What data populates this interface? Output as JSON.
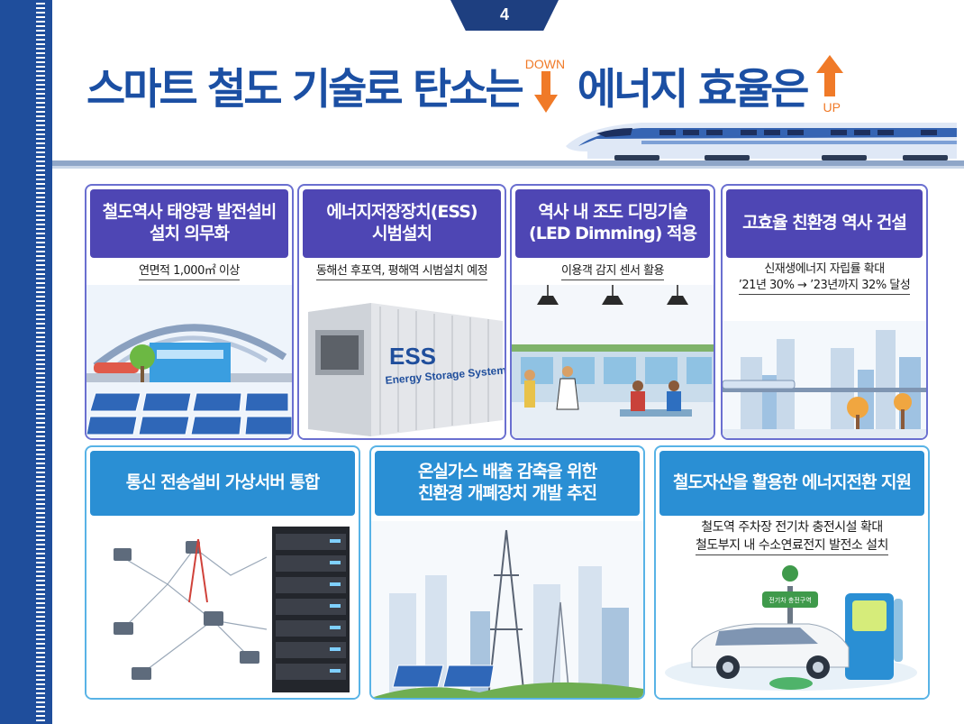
{
  "page_number": "4",
  "title": {
    "part1": "스마트 철도 기술로 탄소는",
    "down_label": "DOWN",
    "part2": "에너지 효율은",
    "up_label": "UP"
  },
  "colors": {
    "sidebar": "#1f4e9c",
    "title": "#1b4fa3",
    "header_purple": "#4e46b4",
    "header_blue": "#2a8fd4",
    "arrow": "#f07a28"
  },
  "cards_top": [
    {
      "title_line1": "철도역사 태양광 발전설비",
      "title_line2": "설치 의무화",
      "sub_line1": "연면적 1,000㎡ 이상",
      "sub_line2": ""
    },
    {
      "title_line1": "에너지저장장치(ESS)",
      "title_line2": "시범설치",
      "sub_line1": "동해선 후포역, 평해역 시범설치 예정",
      "sub_line2": "",
      "container_text1": "ESS",
      "container_text2": "Energy Storage System"
    },
    {
      "title_line1": "역사 내 조도 디밍기술",
      "title_line2": "(LED Dimming) 적용",
      "sub_line1": "이용객 감지 센서 활용",
      "sub_line2": ""
    },
    {
      "title_line1": "고효율 친환경 역사 건설",
      "title_line2": "",
      "sub_line1": "신재생에너지 자립률 확대",
      "sub_line2": "’21년 30% → ’23년까지 32% 달성"
    }
  ],
  "cards_bottom": [
    {
      "title_line1": "통신 전송설비 가상서버 통합",
      "title_line2": ""
    },
    {
      "title_line1": "온실가스 배출 감축을 위한",
      "title_line2": "친환경 개폐장치 개발 추진"
    },
    {
      "title_line1": "철도자산을 활용한 에너지전환 지원",
      "title_line2": "",
      "sub_line1": "철도역 주차장 전기차 충전시설 확대",
      "sub_line2": "철도부지 내 수소연료전지 발전소 설치",
      "sign_text": "전기차 충전구역"
    }
  ]
}
